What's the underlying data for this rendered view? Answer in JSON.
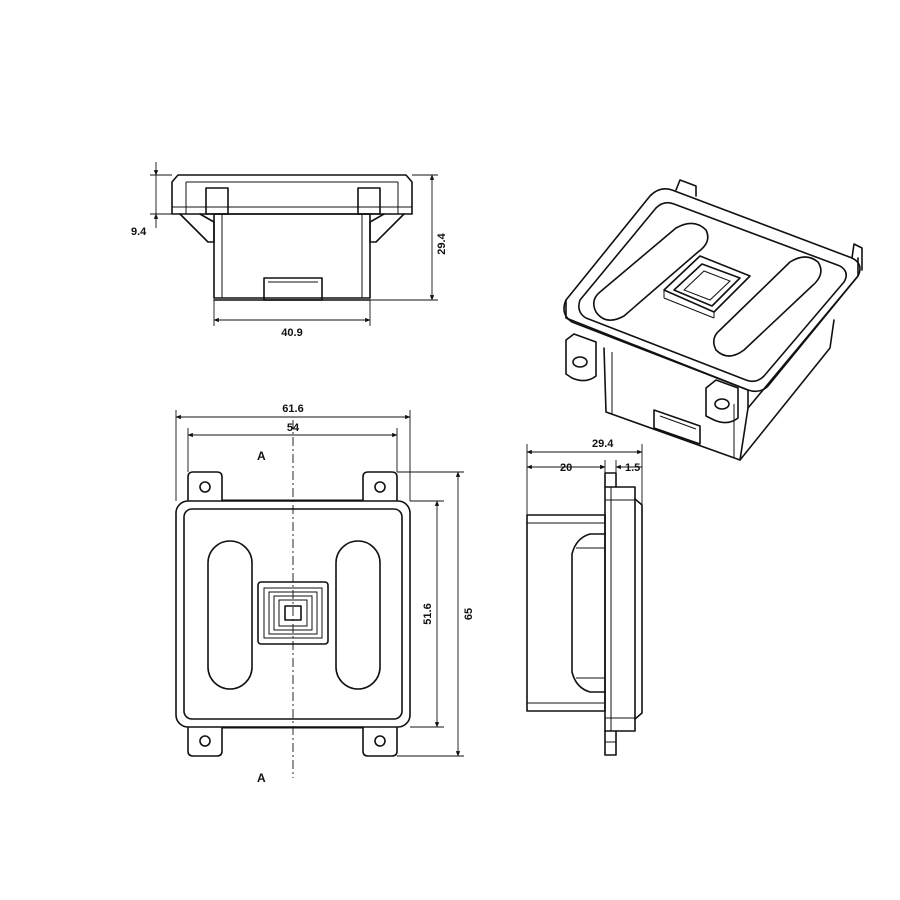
{
  "dimensions": {
    "top_view_height": "29.4",
    "top_view_flange": "9.4",
    "top_view_width": "40.9",
    "front_overall_width": "61.6",
    "front_body_width": "54",
    "front_body_height": "51.6",
    "front_overall_height": "65",
    "side_total_depth": "29.4",
    "side_body_depth": "20",
    "side_flange_depth": "1.5"
  },
  "section_marks": {
    "top": "A",
    "bottom": "A"
  },
  "colors": {
    "line": "#111111",
    "background": "#ffffff"
  }
}
